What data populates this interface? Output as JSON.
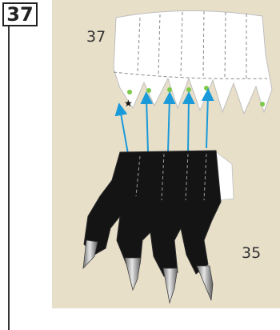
{
  "step": {
    "number": "37"
  },
  "parts": {
    "upper": {
      "label": "37"
    },
    "lower": {
      "label": "35"
    }
  },
  "colors": {
    "background": "#e8dfc9",
    "paper": "#ffffff",
    "fur": "#141414",
    "claw": "#b8b8b8",
    "arrow": "#1a9ad8",
    "dot": "#7bc94a"
  }
}
